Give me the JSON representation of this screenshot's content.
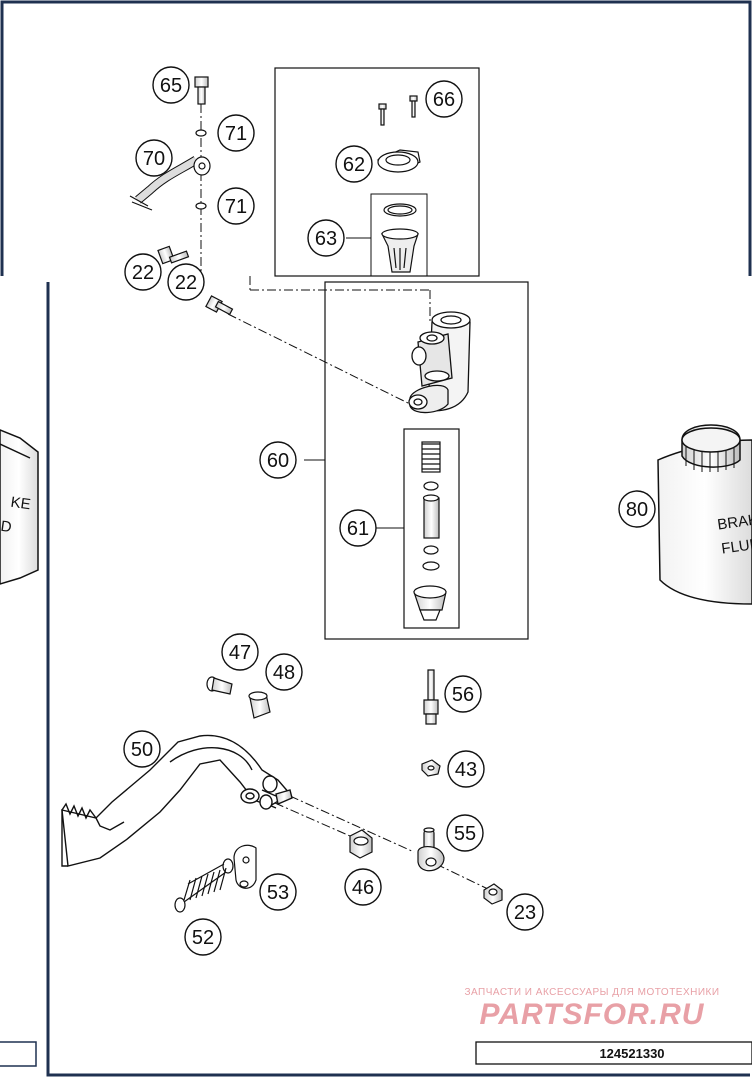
{
  "diagram": {
    "callouts": [
      {
        "id": "c65",
        "label": "65"
      },
      {
        "id": "c71a",
        "label": "71"
      },
      {
        "id": "c70",
        "label": "70"
      },
      {
        "id": "c71b",
        "label": "71"
      },
      {
        "id": "c22a",
        "label": "22"
      },
      {
        "id": "c22b",
        "label": "22"
      },
      {
        "id": "c66",
        "label": "66"
      },
      {
        "id": "c62",
        "label": "62"
      },
      {
        "id": "c63",
        "label": "63"
      },
      {
        "id": "c60",
        "label": "60"
      },
      {
        "id": "c61",
        "label": "61"
      },
      {
        "id": "c80",
        "label": "80"
      },
      {
        "id": "c47",
        "label": "47"
      },
      {
        "id": "c48",
        "label": "48"
      },
      {
        "id": "c56",
        "label": "56"
      },
      {
        "id": "c50",
        "label": "50"
      },
      {
        "id": "c43",
        "label": "43"
      },
      {
        "id": "c55",
        "label": "55"
      },
      {
        "id": "c53",
        "label": "53"
      },
      {
        "id": "c46",
        "label": "46"
      },
      {
        "id": "c23",
        "label": "23"
      },
      {
        "id": "c52",
        "label": "52"
      }
    ],
    "can_left_label": [
      "KE",
      "D"
    ],
    "can_right_label": [
      "BRAK",
      "FLUI"
    ]
  },
  "footer": {
    "part_number": "124521330",
    "watermark_caption": "ЗАПЧАСТИ И АКСЕССУАРЫ ДЛЯ МОТОТЕХНИКИ",
    "watermark_logo": "PARTSFOR.RU"
  },
  "colors": {
    "frame": "#1f3150",
    "line": "#111111",
    "watermark": "#e8a0a6"
  }
}
